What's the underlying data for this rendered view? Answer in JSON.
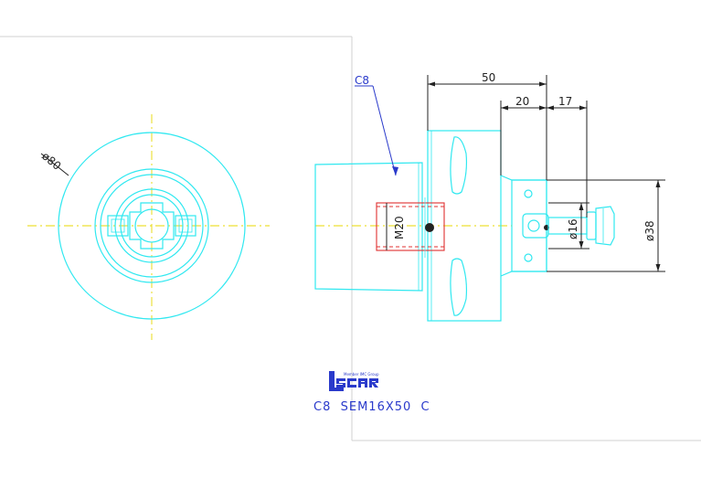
{
  "drawing": {
    "callout_label": "C8",
    "dimensions": {
      "overall_length": "50",
      "shank_length": "20",
      "screw_offset": "17",
      "flange_diameter": "ø80",
      "thread": "M20",
      "bore_diameter": "ø16",
      "body_diameter": "ø38"
    },
    "logo": {
      "brand": "iscar",
      "tagline": "Member IMC Group"
    },
    "part_number": "C8  SEM16X50  C"
  },
  "colors": {
    "outline": "#30e8f0",
    "centerline": "#e8d800",
    "thread": "#e03030",
    "label": "#2a3acb",
    "dimension": "#222222"
  }
}
